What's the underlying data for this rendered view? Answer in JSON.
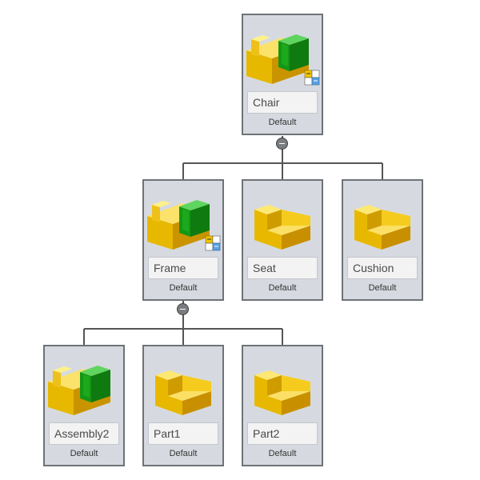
{
  "tree": {
    "root": {
      "label": "Chair",
      "config": "Default",
      "type": "assembly"
    },
    "level1": [
      {
        "label": "Frame",
        "config": "Default",
        "type": "assembly"
      },
      {
        "label": "Seat",
        "config": "Default",
        "type": "part"
      },
      {
        "label": "Cushion",
        "config": "Default",
        "type": "part"
      }
    ],
    "level2": [
      {
        "label": "Assembly2",
        "config": "Default",
        "type": "assembly-plain"
      },
      {
        "label": "Part1",
        "config": "Default",
        "type": "part"
      },
      {
        "label": "Part2",
        "config": "Default",
        "type": "part"
      }
    ]
  },
  "icons": {
    "assembly": "assembly-icon",
    "part": "part-icon",
    "subassembly_badge": "subassembly-badge-icon",
    "collapse": "collapse-toggle-icon"
  },
  "colors": {
    "node_background": "#d6dae0",
    "node_border": "#6e7378",
    "connector": "#555555",
    "part_yellow": "#f7d11e",
    "assembly_green": "#1fb31f"
  }
}
